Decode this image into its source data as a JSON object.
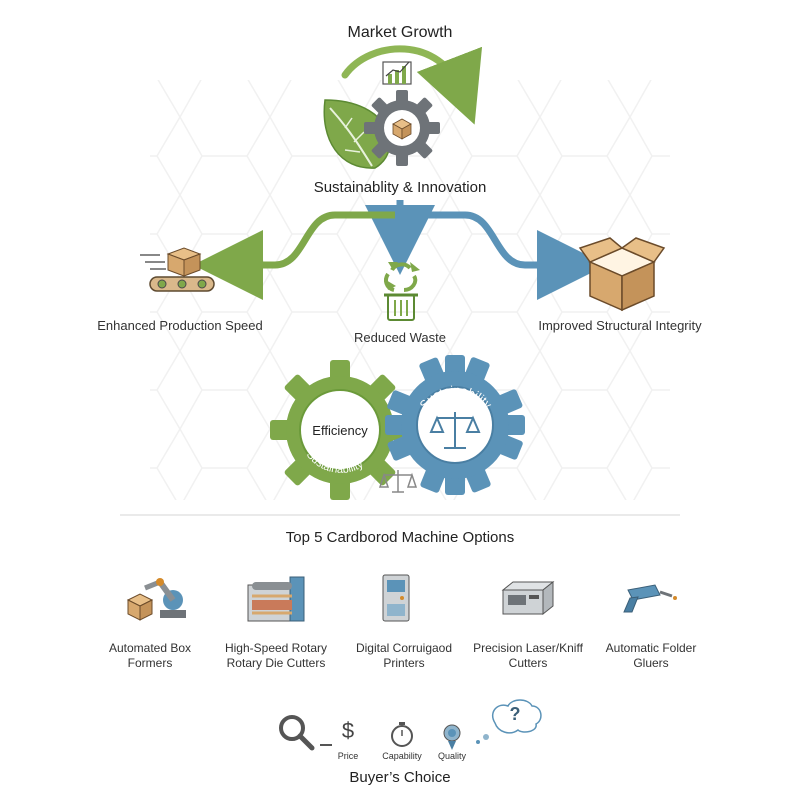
{
  "top": {
    "title": "Market Growth",
    "center_label": "Sustainablity & Innovation"
  },
  "branches": [
    {
      "label": "Enhanced Production Speed",
      "icon": "conveyor-box-icon"
    },
    {
      "label": "Reduced Waste",
      "icon": "recycle-bin-icon"
    },
    {
      "label": "Improved Structural Integrity",
      "icon": "open-box-icon"
    }
  ],
  "gears": {
    "left_label": "Efficiency",
    "left_ring_text": "Sustainability",
    "right_ring_text": "Sustainability"
  },
  "machines": {
    "section_title": "Top 5 Cardborod Machine Options",
    "items": [
      {
        "line1": "Automated Box",
        "line2": "Formers",
        "icon": "robot-arm-icon"
      },
      {
        "line1": "High-Speed Rotary",
        "line2": "Rotary Die Cutters",
        "icon": "rotary-cutter-icon"
      },
      {
        "line1": "Digital Corruigaod",
        "line2": "Printers",
        "icon": "printer-cabinet-icon"
      },
      {
        "line1": "Precision Laser/Kniff",
        "line2": "Cutters",
        "icon": "laser-cutter-icon"
      },
      {
        "line1": "Automatic Folder",
        "line2": "Gluers",
        "icon": "glue-gun-icon"
      }
    ]
  },
  "buyer": {
    "price_symbol": "$",
    "price_label": "Price",
    "capability_label": "Capability",
    "quality_label": "Quality",
    "question_mark": "?",
    "title": "Buyer’s Choice"
  },
  "colors": {
    "green": "#7fa84a",
    "blue": "#5b93b8",
    "gray": "#6e7378",
    "box": "#d7a86e"
  }
}
